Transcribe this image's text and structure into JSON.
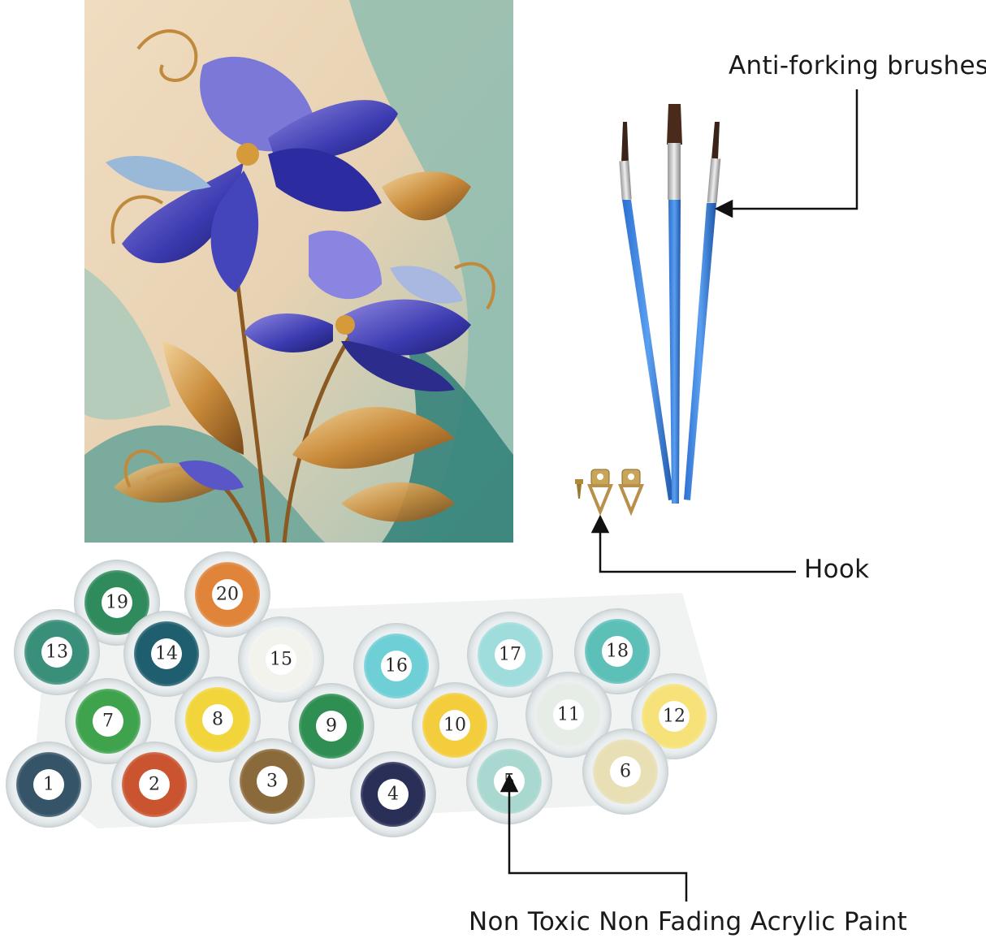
{
  "callouts": {
    "brushes": "Anti-forking brushes",
    "hook": "Hook",
    "paint": "Non Toxic Non Fading Acrylic Paint"
  },
  "paint_cups": [
    {
      "number": "19",
      "color": "#2f8a5c"
    },
    {
      "number": "20",
      "color": "#e0843a"
    },
    {
      "number": "13",
      "color": "#3a8f7a"
    },
    {
      "number": "14",
      "color": "#1f5e6e"
    },
    {
      "number": "15",
      "color": "#f3f3ee"
    },
    {
      "number": "16",
      "color": "#6fcfd6"
    },
    {
      "number": "17",
      "color": "#9fdcdc"
    },
    {
      "number": "18",
      "color": "#5cc0b8"
    },
    {
      "number": "7",
      "color": "#3fa34d"
    },
    {
      "number": "8",
      "color": "#f2d53a"
    },
    {
      "number": "9",
      "color": "#2f8f52"
    },
    {
      "number": "10",
      "color": "#f4cd3c"
    },
    {
      "number": "11",
      "color": "#e6ece6"
    },
    {
      "number": "12",
      "color": "#f7e27a"
    },
    {
      "number": "1",
      "color": "#355468"
    },
    {
      "number": "2",
      "color": "#c9542f"
    },
    {
      "number": "3",
      "color": "#8a6a3a"
    },
    {
      "number": "4",
      "color": "#2a2f57"
    },
    {
      "number": "5",
      "color": "#a8d8cf"
    },
    {
      "number": "6",
      "color": "#e8dfb5"
    }
  ]
}
